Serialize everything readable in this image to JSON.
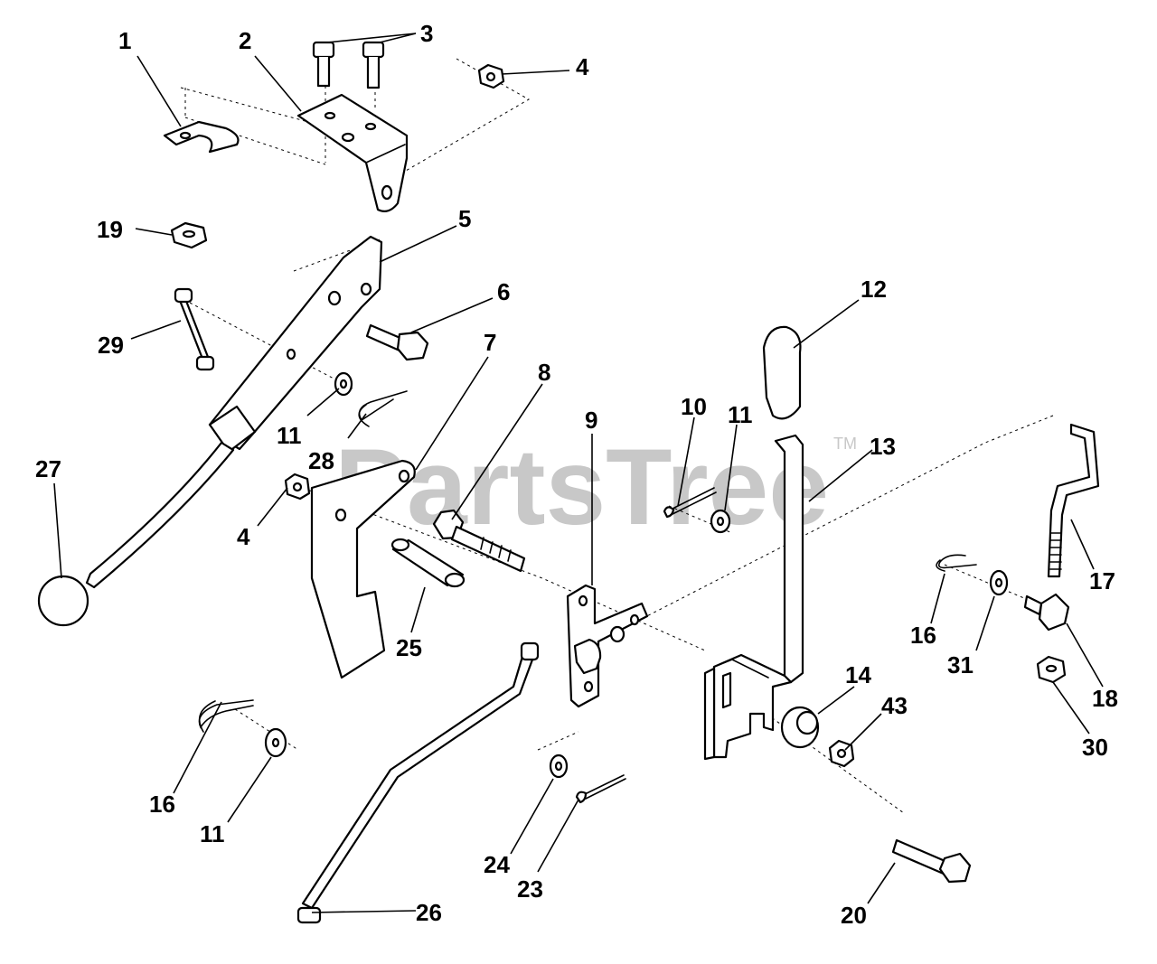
{
  "watermark": {
    "text": "PartsTree",
    "mark": "TM"
  },
  "callouts": [
    "1",
    "2",
    "3",
    "4",
    "4",
    "5",
    "6",
    "7",
    "8",
    "9",
    "10",
    "11",
    "11",
    "11",
    "12",
    "13",
    "14",
    "16",
    "16",
    "17",
    "18",
    "19",
    "20",
    "23",
    "24",
    "25",
    "26",
    "27",
    "28",
    "29",
    "30",
    "31",
    "43"
  ]
}
